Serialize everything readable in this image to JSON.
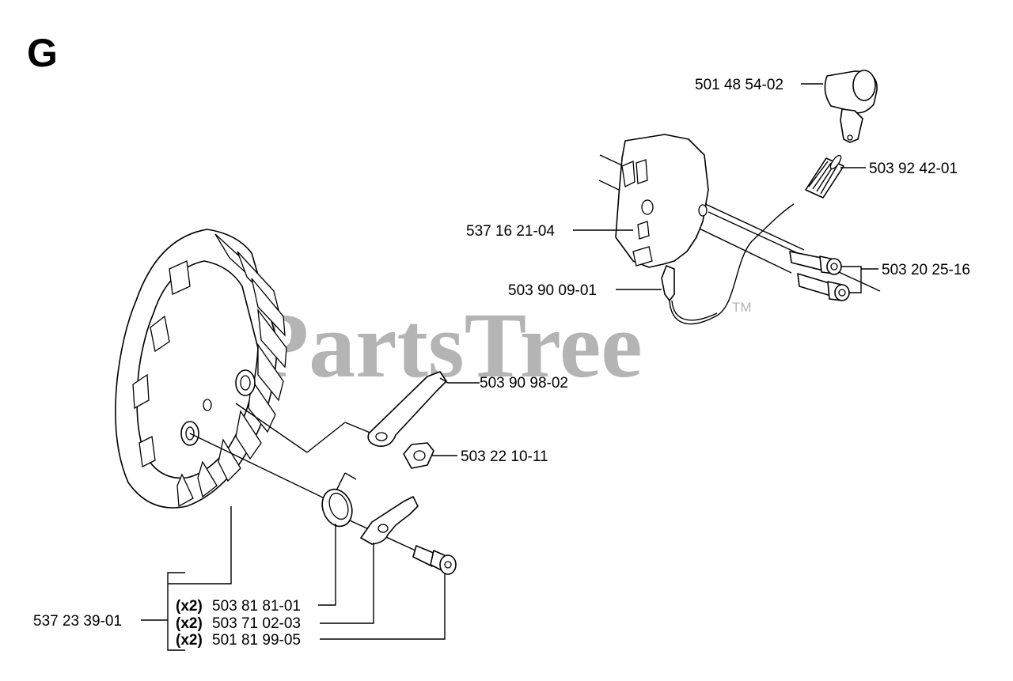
{
  "section_letter": "G",
  "watermark": {
    "text": "PartsTree",
    "trademark": "TM"
  },
  "callouts": {
    "spark_cap": "501 48 54-02",
    "spring": "503 92 42-01",
    "ignition_module": "537 16 21-04",
    "screws": "503 20 25-16",
    "cable_clip": "503 90 09-01",
    "stop_plate": "503 90 98-02",
    "nut": "503 22 10-11",
    "flywheel_kit": "537 23 39-01",
    "kit_items": [
      {
        "qty": "(x2)",
        "part": "503 81 81-01"
      },
      {
        "qty": "(x2)",
        "part": "503 71 02-03"
      },
      {
        "qty": "(x2)",
        "part": "501 81 99-05"
      }
    ]
  }
}
